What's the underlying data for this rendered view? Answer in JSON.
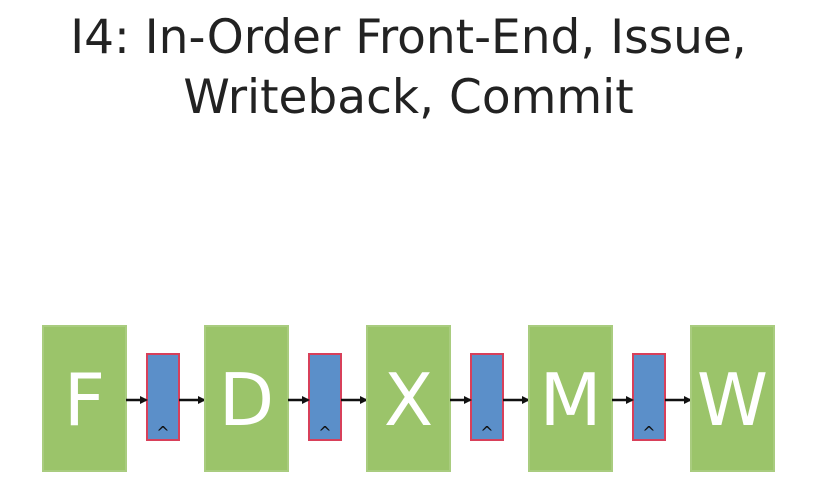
{
  "slide": {
    "title_line1": "I4: In-Order Front-End, Issue,",
    "title_line2": "Writeback, Commit"
  },
  "pipeline": {
    "stages": [
      "F",
      "D",
      "X",
      "M",
      "W"
    ],
    "latch_marker": "^",
    "latch_count": 4
  },
  "colors": {
    "stage_fill": "#9bc46a",
    "stage_border": "#a9cc7f",
    "latch_fill": "#5b8fc9",
    "latch_border": "#d8405a",
    "arrow": "#111111",
    "text": "#222222"
  }
}
